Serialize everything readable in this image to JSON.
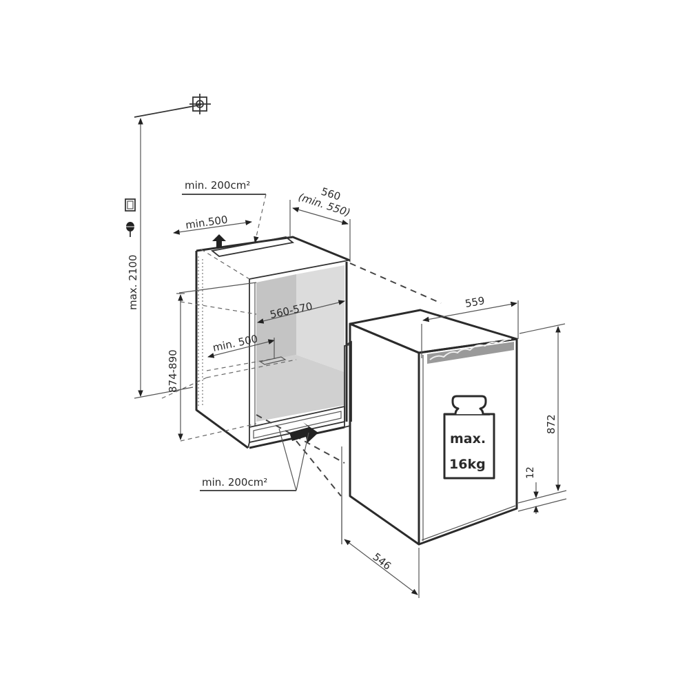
{
  "diagram": {
    "title": "Built-in refrigerator installation dimensions",
    "units": "mm",
    "colors": {
      "line": "#2b2b2b",
      "niche_back_wall": "#c9c9c9",
      "niche_side_wall": "#dedede",
      "niche_floor": "#d2d2d2",
      "background": "#ffffff"
    },
    "icons": {
      "target_symbol": "crosshair-target-icon",
      "socket_symbol": "socket-box-icon",
      "plug_symbol": "power-plug-icon",
      "weight_symbol": "weight-icon"
    },
    "labels": {
      "max_height": "max. 2100",
      "top_vent_area": "min. 200cm²",
      "top_vent_depth": "min.500",
      "niche_width_line1": "560",
      "niche_width_line2": "(min. 550)",
      "niche_inner_width": "560-570",
      "niche_depth_min": "min. 500",
      "niche_height": "874-890",
      "bottom_vent_area": "min. 200cm²",
      "appliance_width": "559",
      "appliance_height": "872",
      "plinth_gap": "12",
      "appliance_depth": "546",
      "weight_line1": "max.",
      "weight_line2": "16kg"
    }
  }
}
